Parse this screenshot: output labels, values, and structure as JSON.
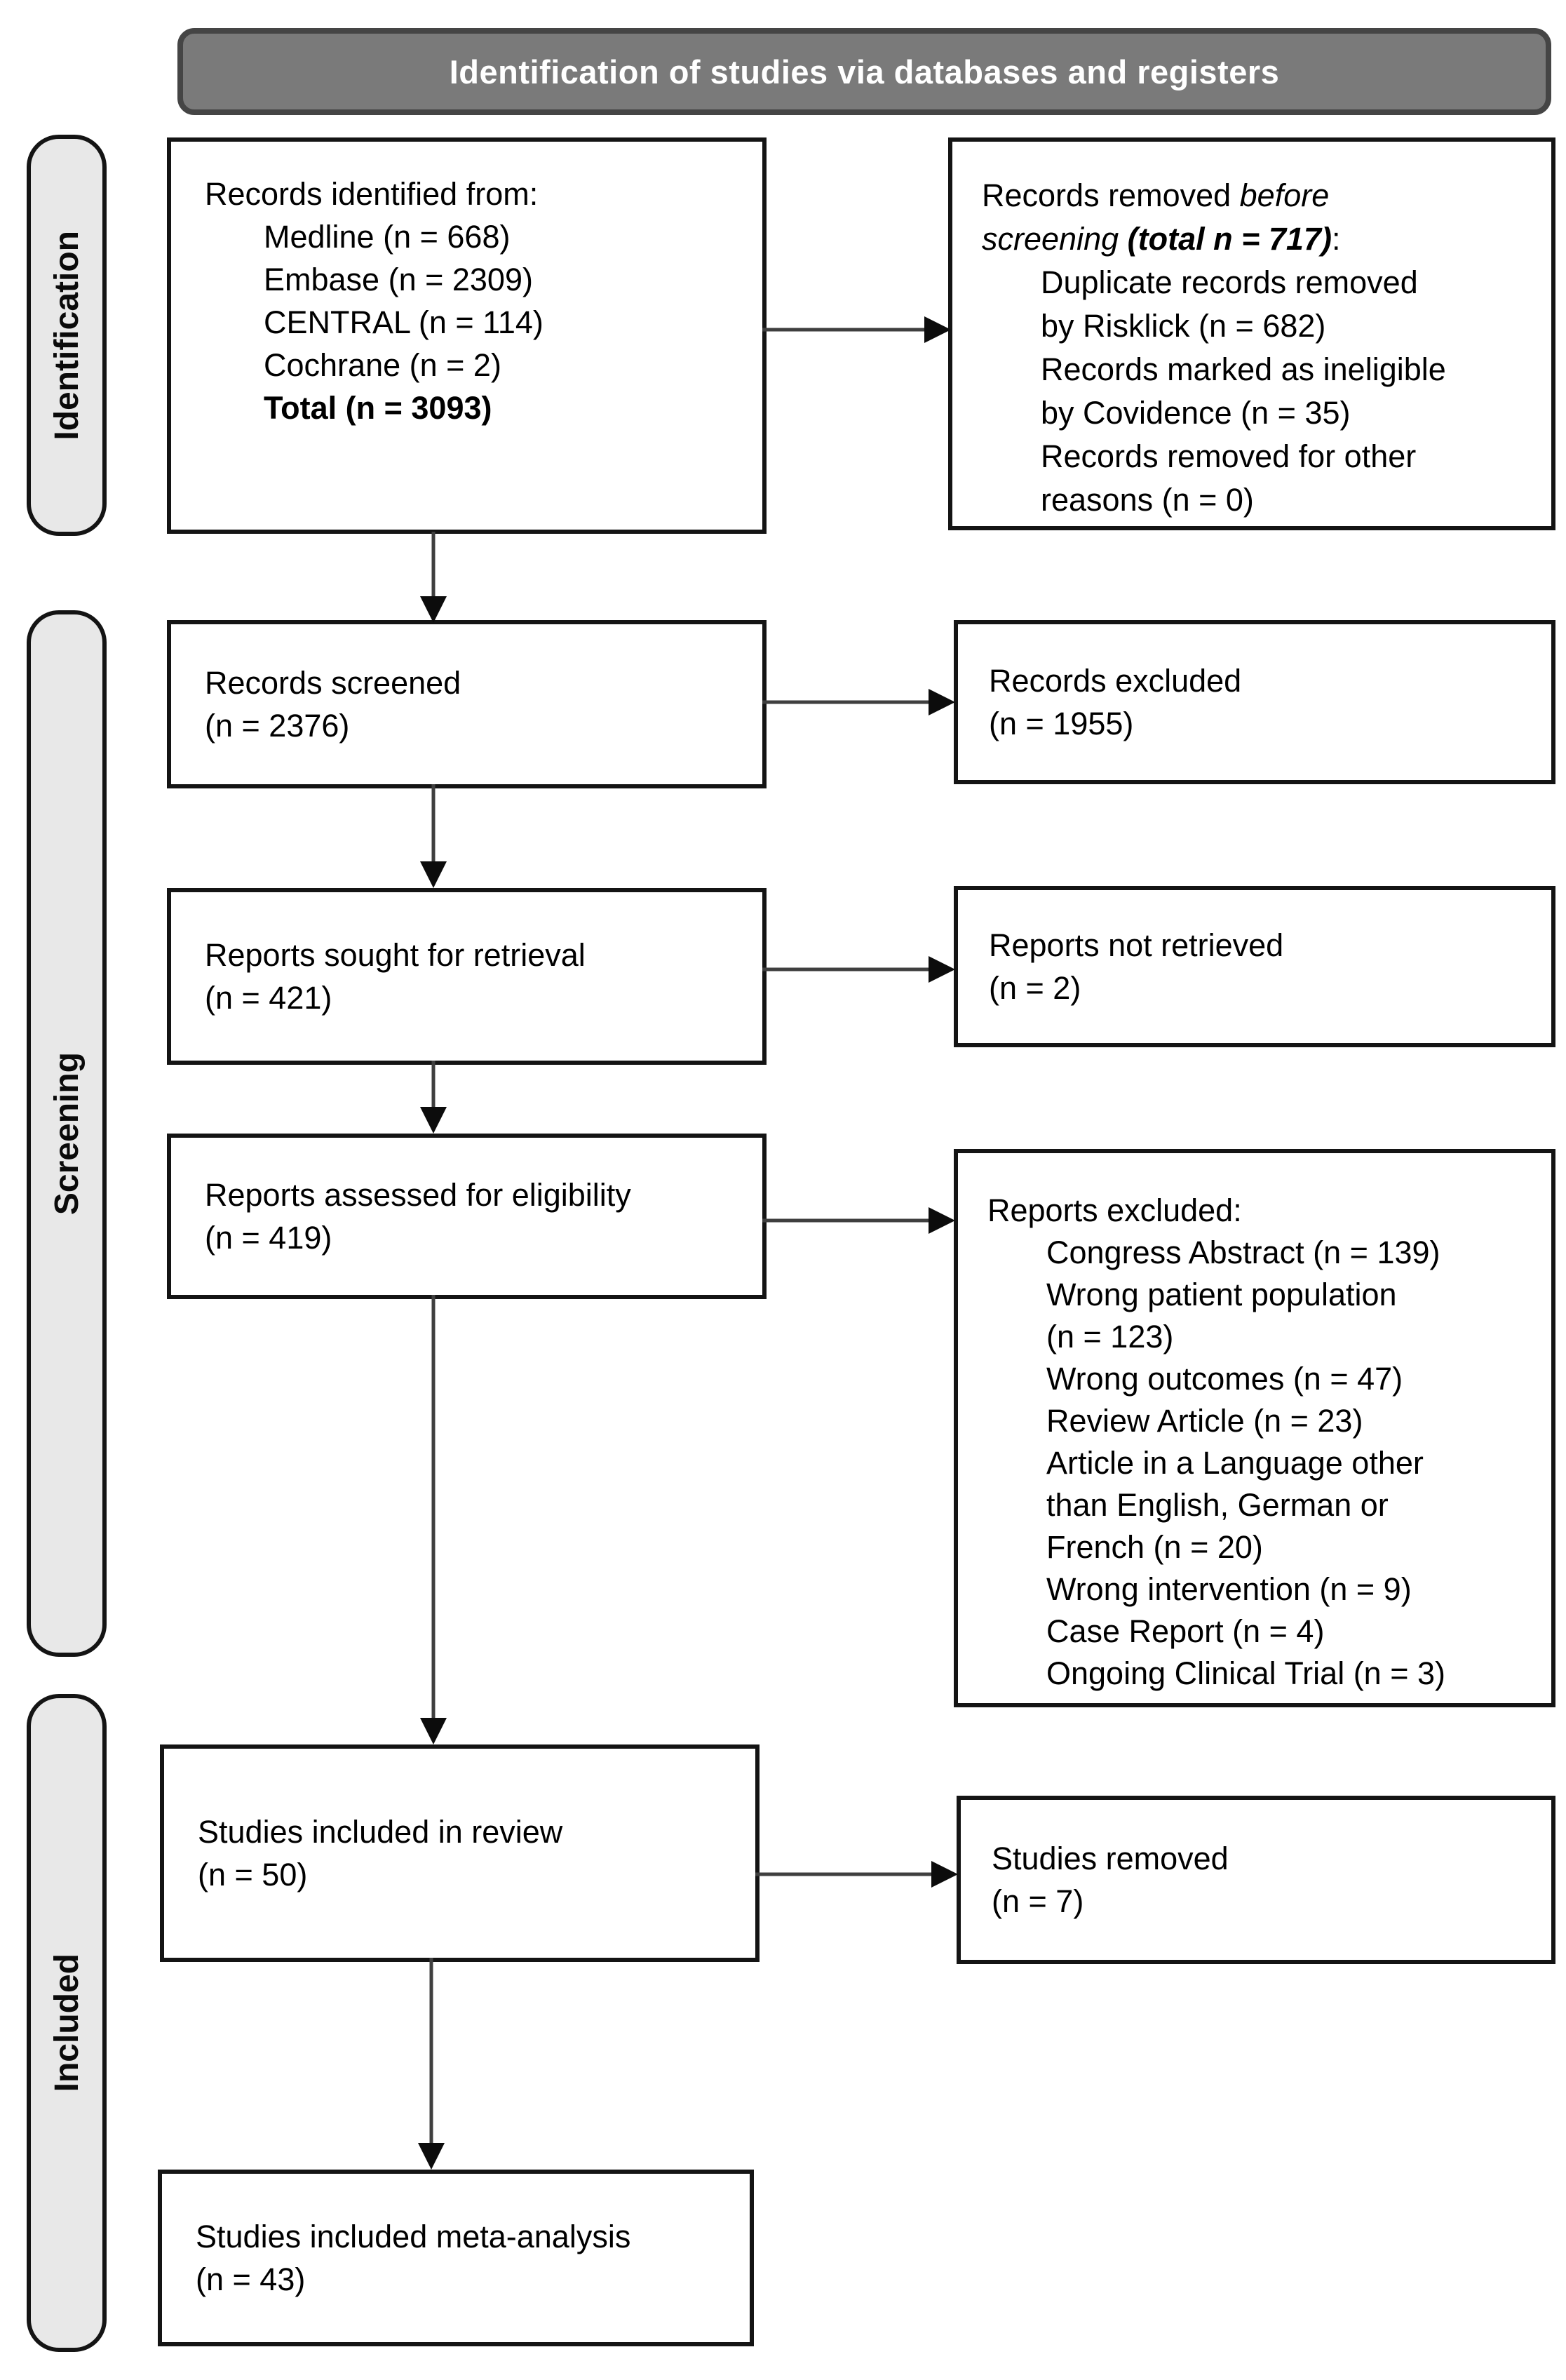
{
  "header": {
    "title": "Identification of studies via databases and registers"
  },
  "sidebar": {
    "stages": [
      {
        "label": "Identification"
      },
      {
        "label": "Screening"
      },
      {
        "label": "Included"
      }
    ]
  },
  "colors": {
    "banner_fill": "#7a7a7a",
    "banner_border": "#454545",
    "stage_fill": "#e8e8e8",
    "box_border": "#141414",
    "arrow_line": "#3f3f3f",
    "arrow_head": "#0c0c0c"
  },
  "boxes": {
    "records_identified": {
      "heading": "Records identified from:",
      "items": [
        "Medline (n = 668)",
        "Embase (n = 2309)",
        "CENTRAL (n = 114)",
        "Cochrane (n = 2)"
      ],
      "total": "Total (n = 3093)"
    },
    "records_removed": {
      "heading_rich": [
        {
          "text": "Records removed ",
          "style": "normal"
        },
        {
          "text": "before\nscreening ",
          "style": "italic"
        },
        {
          "text": "(total n = 717)",
          "style": "bold-italic"
        },
        {
          "text": ":",
          "style": "normal"
        }
      ],
      "items": [
        "Duplicate records removed\nby Risklick (n = 682)",
        "Records marked as ineligible\nby Covidence (n = 35)",
        "Records removed for other\nreasons (n = 0)"
      ]
    },
    "records_screened": {
      "label": "Records screened",
      "count": "(n = 2376)"
    },
    "records_excluded": {
      "label": "Records excluded",
      "count": "(n = 1955)"
    },
    "reports_sought": {
      "label": "Reports sought for retrieval",
      "count": "(n = 421)"
    },
    "reports_not_retrieved": {
      "label": "Reports not retrieved",
      "count": "(n = 2)"
    },
    "reports_assessed": {
      "label": "Reports assessed for eligibility",
      "count": "(n = 419)"
    },
    "reports_excluded": {
      "heading": "Reports excluded:",
      "items": [
        "Congress Abstract (n = 139)",
        "Wrong patient population\n(n = 123)",
        "Wrong outcomes (n = 47)",
        "Review Article (n = 23)",
        "Article in a Language other\nthan English, German or\nFrench (n = 20)",
        "Wrong intervention (n = 9)",
        "Case Report (n = 4)",
        "Ongoing Clinical Trial (n = 3)"
      ]
    },
    "studies_included_review": {
      "label": "Studies included in review",
      "count": "(n = 50)"
    },
    "studies_removed": {
      "label": "Studies removed",
      "count": "(n = 7)"
    },
    "studies_included_meta": {
      "label": "Studies included meta-analysis",
      "count": "(n = 43)"
    }
  }
}
